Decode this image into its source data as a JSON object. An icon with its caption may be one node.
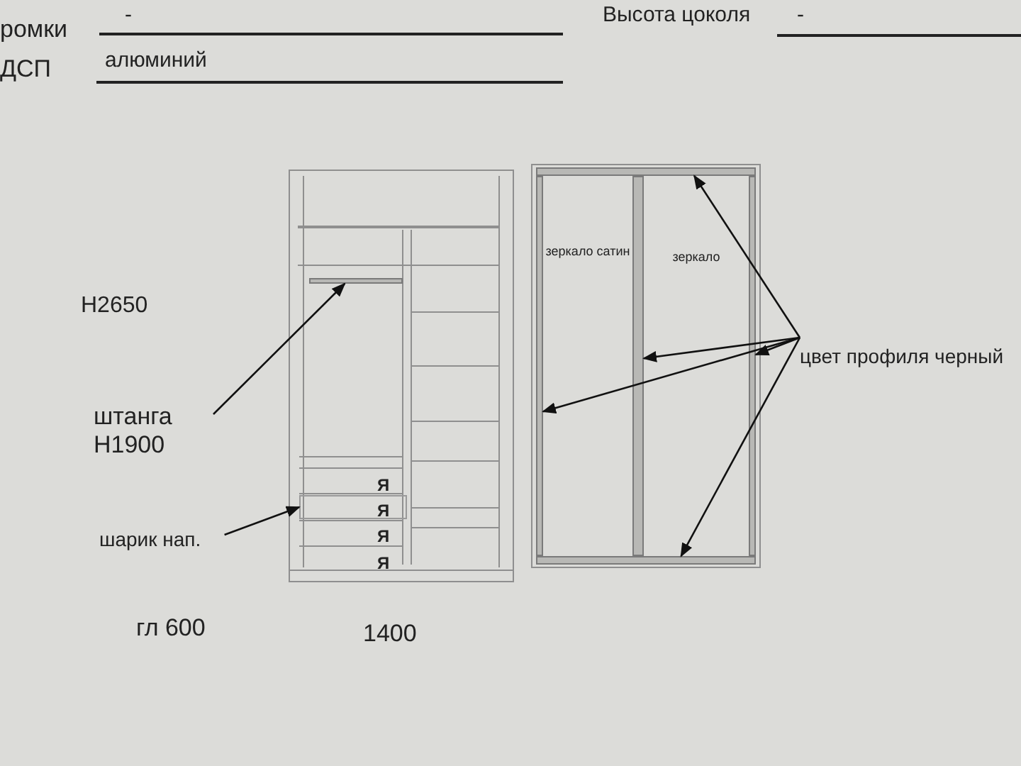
{
  "diagram": {
    "nodes": [
      {
        "text": [
          "штанга H1900"
        ]
      },
      {
        "text": [],
        "shape": "bar"
      },
      {
        "text": [
          "шарик нап."
        ]
      },
      {
        "text": [],
        "shape": "box"
      },
      {
        "text": [
          "зеркало сатин"
        ]
      },
      {
        "text": [
          "зеркало"
        ]
      },
      {
        "text": [
          "цвет профиля черный"
        ]
      },
      {
        "text": [],
        "shape": "bar"
      },
      {
        "text": [],
        "shape": "bar"
      },
      {
        "text": [],
        "shape": "bar"
      },
      {
        "text": [],
        "shape": "bar"
      },
      {
        "text": [],
        "shape": "bar"
      }
    ],
    "edges": [
      {
        "from": 0,
        "to": 1,
        "arrow": "to"
      },
      {
        "from": 2,
        "to": 3,
        "arrow": "to"
      },
      {
        "from": 6,
        "to": 7,
        "arrow": "to"
      },
      {
        "from": 6,
        "to": 8,
        "arrow": "to"
      },
      {
        "from": 6,
        "to": 9,
        "arrow": "to"
      },
      {
        "from": 6,
        "to": 10,
        "arrow": "to"
      },
      {
        "from": 6,
        "to": 11,
        "arrow": "to"
      }
    ],
    "labels": [
      "ромки",
      "-",
      "ДСП",
      "алюминий",
      "Высота цоколя",
      "-",
      "H2650",
      "Я",
      "Я",
      "Я",
      "Я",
      "гл 600",
      "1400"
    ]
  }
}
